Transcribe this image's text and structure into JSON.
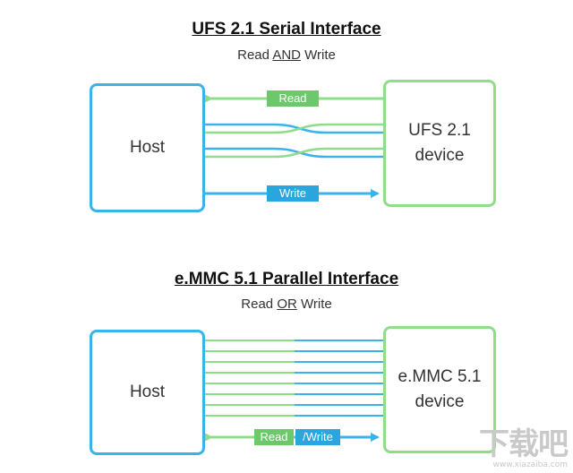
{
  "colors": {
    "blue": "#3ab4e8",
    "green": "#8fdc8a",
    "label_green": "#6cc86b",
    "label_blue": "#2aa5dd"
  },
  "ufs": {
    "title": "UFS 2.1 Serial Interface",
    "subtitle_pre": "Read ",
    "subtitle_u": "AND",
    "subtitle_post": " Write",
    "host_label": "Host",
    "device_line1": "UFS 2.1",
    "device_line2": "device",
    "read_label": "Read",
    "write_label": "Write"
  },
  "emmc": {
    "title": "e.MMC 5.1 Parallel  Interface",
    "subtitle_pre": "Read ",
    "subtitle_u": "OR",
    "subtitle_post": " Write",
    "host_label": "Host",
    "device_line1": "e.MMC 5.1",
    "device_line2": "device",
    "read_label": "Read",
    "write_label": "/Write"
  },
  "watermark": {
    "logo": "下载吧",
    "url": "www.xiazaiba.com"
  }
}
